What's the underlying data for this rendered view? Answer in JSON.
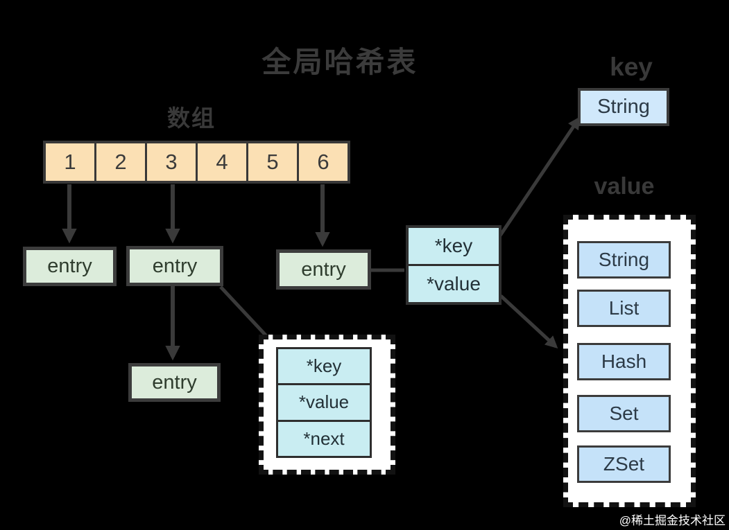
{
  "title": "全局哈希表",
  "array": {
    "label": "数组",
    "cells": [
      "1",
      "2",
      "3",
      "4",
      "5",
      "6"
    ]
  },
  "entries": [
    "entry",
    "entry",
    "entry",
    "entry"
  ],
  "dict_entry": {
    "rows": [
      "*key",
      "*value"
    ]
  },
  "dict_entry_full": {
    "rows": [
      "*key",
      "*value",
      "*next"
    ]
  },
  "key_section": {
    "label": "key",
    "type": "String"
  },
  "value_section": {
    "label": "value",
    "types": [
      "String",
      "List",
      "Hash",
      "Set",
      "ZSet"
    ]
  },
  "watermark": "@稀土掘金技术社区",
  "colors": {
    "background": "#000000",
    "array_fill": "#fbe0b4",
    "entry_fill": "#dcecdb",
    "struct_fill": "#c9edf2",
    "type_fill": "#c5e2f9",
    "key_type_fill": "#d0e8fb",
    "panel_fill": "#ffffff",
    "line": "#3a3a3a",
    "text_dark": "#3b3b3b",
    "watermark_text": "#ffffff"
  }
}
